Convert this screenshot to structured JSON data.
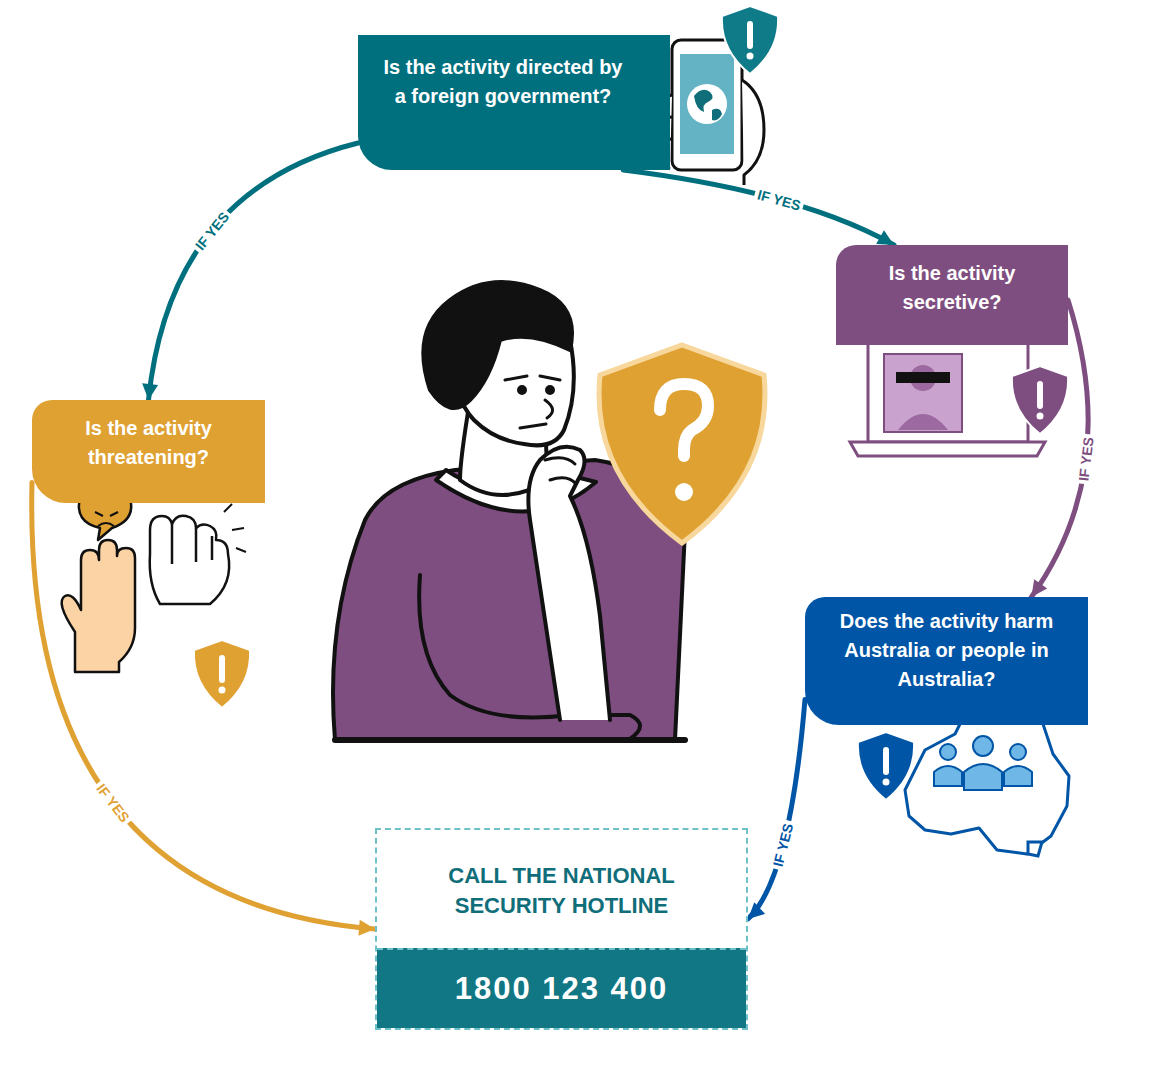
{
  "diagram": {
    "nodes": [
      {
        "text": [
          "Is the activity directed by a foreign government?"
        ]
      },
      {
        "text": [
          "Is the activity secretive?"
        ]
      },
      {
        "text": [
          "Does the activity harm Australia or people in Australia?"
        ]
      },
      {
        "text": [
          "Is the activity threatening?"
        ]
      },
      {
        "text": [
          "CALL THE NATIONAL SECURITY HOTLINE",
          "1800 123 400"
        ]
      }
    ],
    "edges": [
      {
        "from": 0,
        "to": 1,
        "label": "IF YES",
        "arrow": "to"
      },
      {
        "from": 1,
        "to": 2,
        "label": "IF YES",
        "arrow": "to"
      },
      {
        "from": 2,
        "to": 4,
        "label": "IF YES",
        "arrow": "to"
      },
      {
        "from": 0,
        "to": 3,
        "label": "IF YES",
        "arrow": "to"
      },
      {
        "from": 3,
        "to": 4,
        "label": "IF YES",
        "arrow": "to"
      }
    ]
  }
}
